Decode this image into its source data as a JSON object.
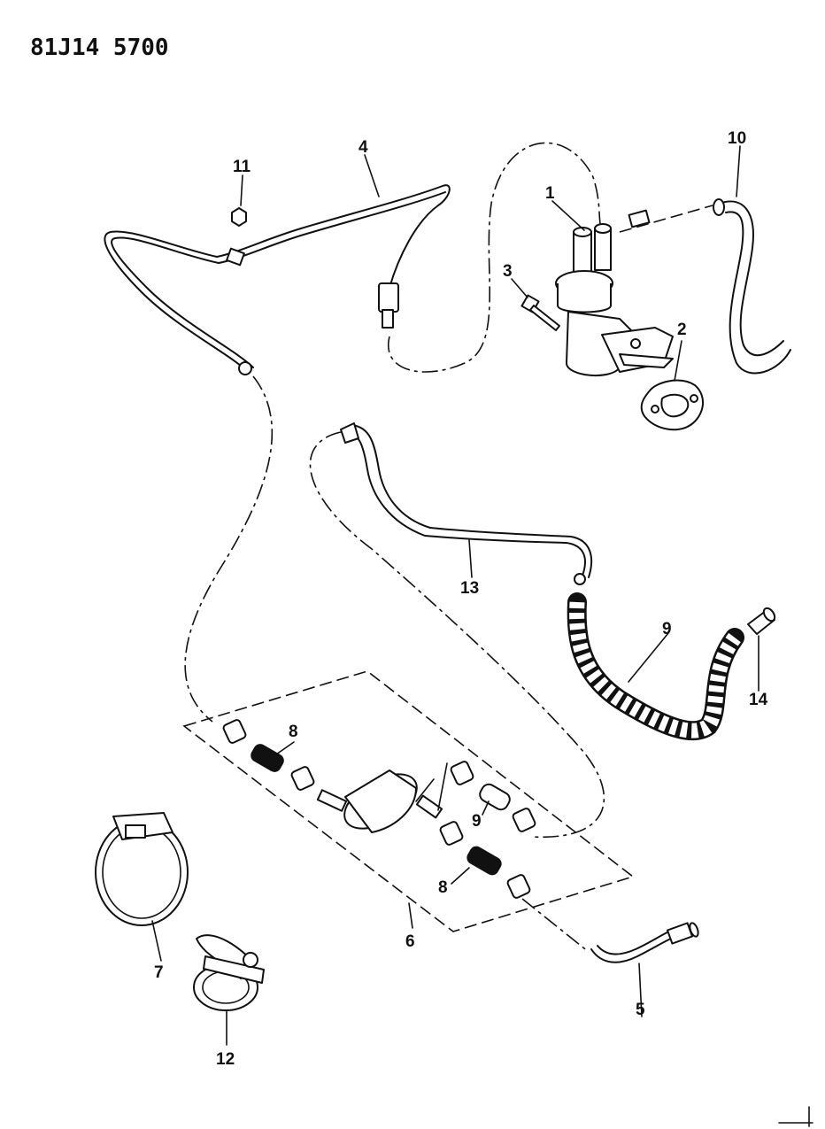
{
  "diagram_code": "81J14 5700",
  "callouts": [
    "1",
    "2",
    "3",
    "4",
    "5",
    "6",
    "7",
    "8",
    "8",
    "9",
    "9",
    "10",
    "11",
    "12",
    "13",
    "14"
  ]
}
